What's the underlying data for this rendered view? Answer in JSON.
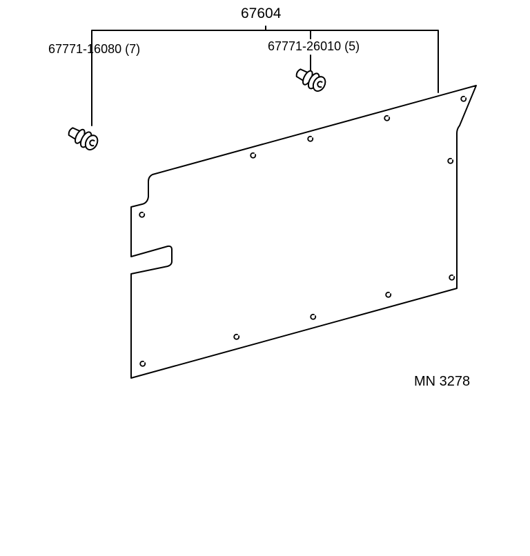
{
  "diagram": {
    "assembly_part_number": "67604",
    "clip_left": {
      "label": "67771-16080 (7)",
      "icon": "clip-fastener-icon"
    },
    "clip_right": {
      "label": "67771-26010 (5)",
      "icon": "clip-fastener-icon"
    },
    "panel": {
      "icon": "door-trim-board"
    },
    "figure_code": "MN 3278"
  }
}
